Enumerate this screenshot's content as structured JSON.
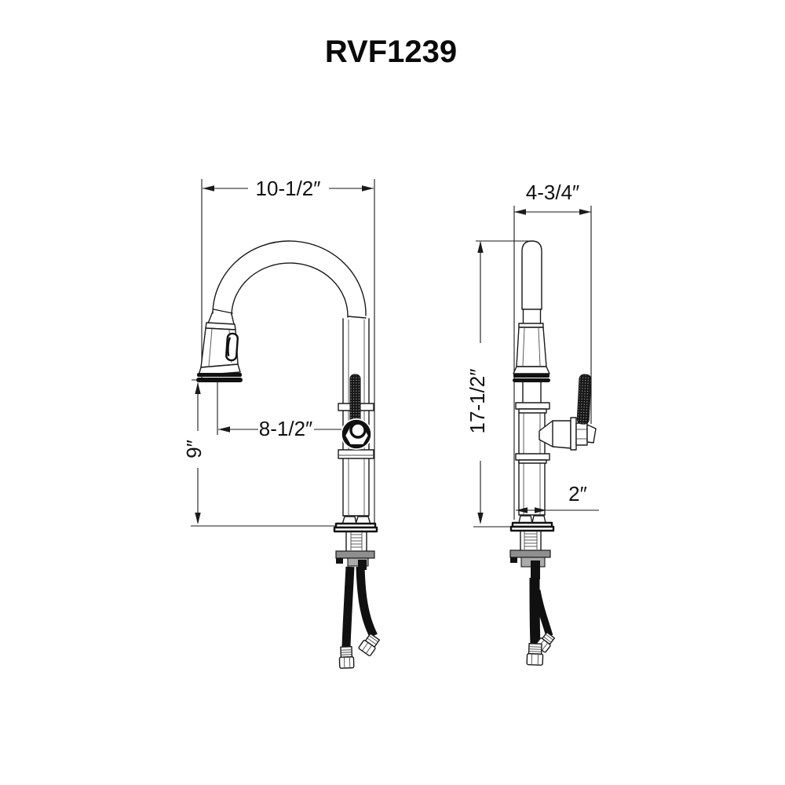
{
  "page": {
    "background": "#ffffff",
    "line_color": "#1a1a1a",
    "text_color": "#111111"
  },
  "title": "RVF1239",
  "front_view": {
    "dimensions": {
      "overall_width": "10-1/2″",
      "spout_reach": "8-1/2″",
      "deck_to_spout_outlet": "9″"
    }
  },
  "side_view": {
    "dimensions": {
      "depth": "4-3/4″",
      "overall_height": "17-1/2″",
      "base_diameter": "2″"
    }
  }
}
